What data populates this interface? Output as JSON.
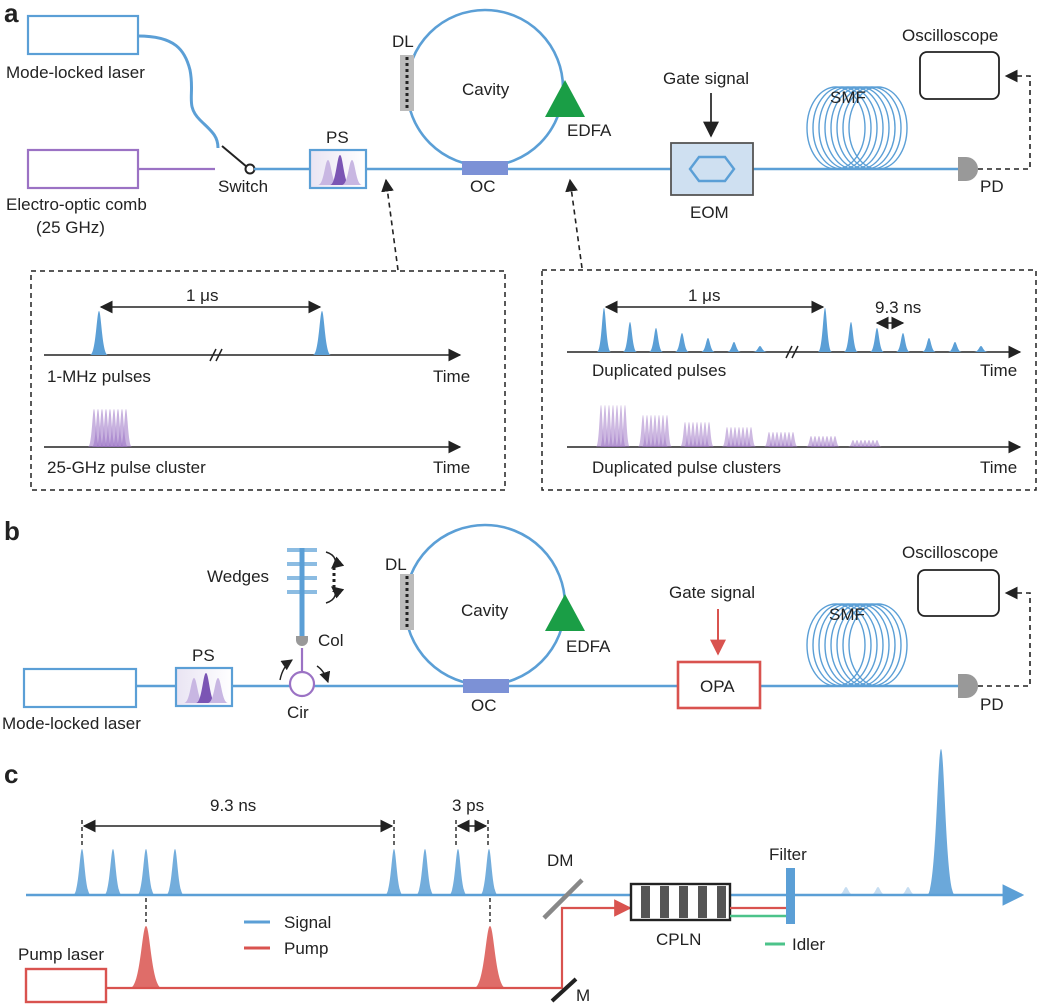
{
  "panel_a": {
    "letter": "a",
    "mode_locked_laser": "Mode-locked laser",
    "eo_comb_line1": "Electro-optic comb",
    "eo_comb_line2": "(25 GHz)",
    "switch": "Switch",
    "ps": "PS",
    "dl": "DL",
    "cavity": "Cavity",
    "edfa": "EDFA",
    "oc": "OC",
    "gate_signal": "Gate signal",
    "eom": "EOM",
    "smf": "SMF",
    "oscilloscope": "Oscilloscope",
    "pd": "PD",
    "inset_left": {
      "period": "1 μs",
      "pulses_label": "1-MHz pulses",
      "time_top": "Time",
      "cluster_label": "25-GHz pulse cluster",
      "time_bottom": "Time"
    },
    "inset_right": {
      "period": "1 μs",
      "spacing": "9.3 ns",
      "pulses_label": "Duplicated pulses",
      "time_top": "Time",
      "cluster_label": "Duplicated pulse clusters",
      "time_bottom": "Time"
    }
  },
  "panel_b": {
    "letter": "b",
    "mode_locked_laser": "Mode-locked laser",
    "ps": "PS",
    "wedges": "Wedges",
    "col": "Col",
    "cir": "Cir",
    "dl": "DL",
    "cavity": "Cavity",
    "edfa": "EDFA",
    "oc": "OC",
    "gate_signal": "Gate signal",
    "opa": "OPA",
    "smf": "SMF",
    "oscilloscope": "Oscilloscope",
    "pd": "PD"
  },
  "panel_c": {
    "letter": "c",
    "spacing_long": "9.3 ns",
    "spacing_short": "3 ps",
    "dm": "DM",
    "cpln": "CPLN",
    "filter": "Filter",
    "idler": "Idler",
    "pump_laser": "Pump laser",
    "m": "M",
    "legend_signal": "Signal",
    "legend_pump": "Pump"
  },
  "colors": {
    "signal_blue": "#5b9fd6",
    "pump_red": "#d9534f",
    "comb_purple": "#9b72c4",
    "edfa_green": "#1a9e46",
    "idler_green": "#4cc38a",
    "eom_fill": "#cfe0f1"
  }
}
